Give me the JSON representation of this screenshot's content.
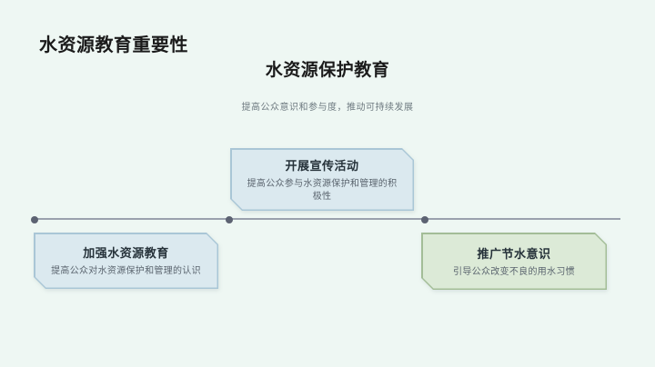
{
  "slide": {
    "title": "水资源教育重要性",
    "heading": "水资源保护教育",
    "subtitle": "提高公众意识和参与度，推动可持续发展"
  },
  "timeline": {
    "milestones": [
      {
        "title": "加强水资源教育",
        "description": "提高公众对水资源保护和管理的认识",
        "color": "blue",
        "position": "below-line"
      },
      {
        "title": "开展宣传活动",
        "description": "提高公众参与水资源保护和管理的积极性",
        "color": "blue",
        "position": "above-line"
      },
      {
        "title": "推广节水意识",
        "description": "引导公众改变不良的用水习惯",
        "color": "green",
        "position": "below-line"
      }
    ]
  },
  "colors": {
    "background": "#eef7f3",
    "blue_fill": "#dbe9ef",
    "blue_border": "#a9c6d6",
    "green_fill": "#dcead7",
    "green_border": "#a3bd97",
    "timeline_line": "#9aa1ad",
    "timeline_dot": "#5c6272",
    "title_color": "#1b1b1b",
    "subtitle_color": "#6e7a80",
    "card_title_color": "#26323a",
    "card_desc_color": "#5a646e"
  }
}
